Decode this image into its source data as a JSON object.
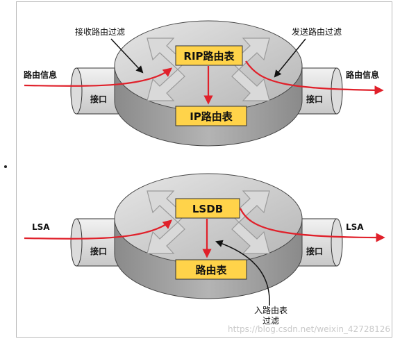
{
  "top_router": {
    "table_main": "RIP路由表",
    "table_second": "IP路由表",
    "iface_left": "接口",
    "iface_right": "接口",
    "label_in": "路由信息",
    "label_out": "路由信息",
    "callout_left": "接收路由过滤",
    "callout_right": "发送路由过滤"
  },
  "bottom_router": {
    "table_main": "LSDB",
    "table_second": "路由表",
    "iface_left": "接口",
    "iface_right": "接口",
    "label_in": "LSA",
    "label_out": "LSA",
    "callout_line1": "入路由表",
    "callout_line2": "过滤"
  },
  "watermark": "https://blog.csdn.net/weixin_42728126",
  "colors": {
    "arrow": "#e0202a",
    "box": "#ffd34a",
    "router": "#c8c8c8"
  }
}
